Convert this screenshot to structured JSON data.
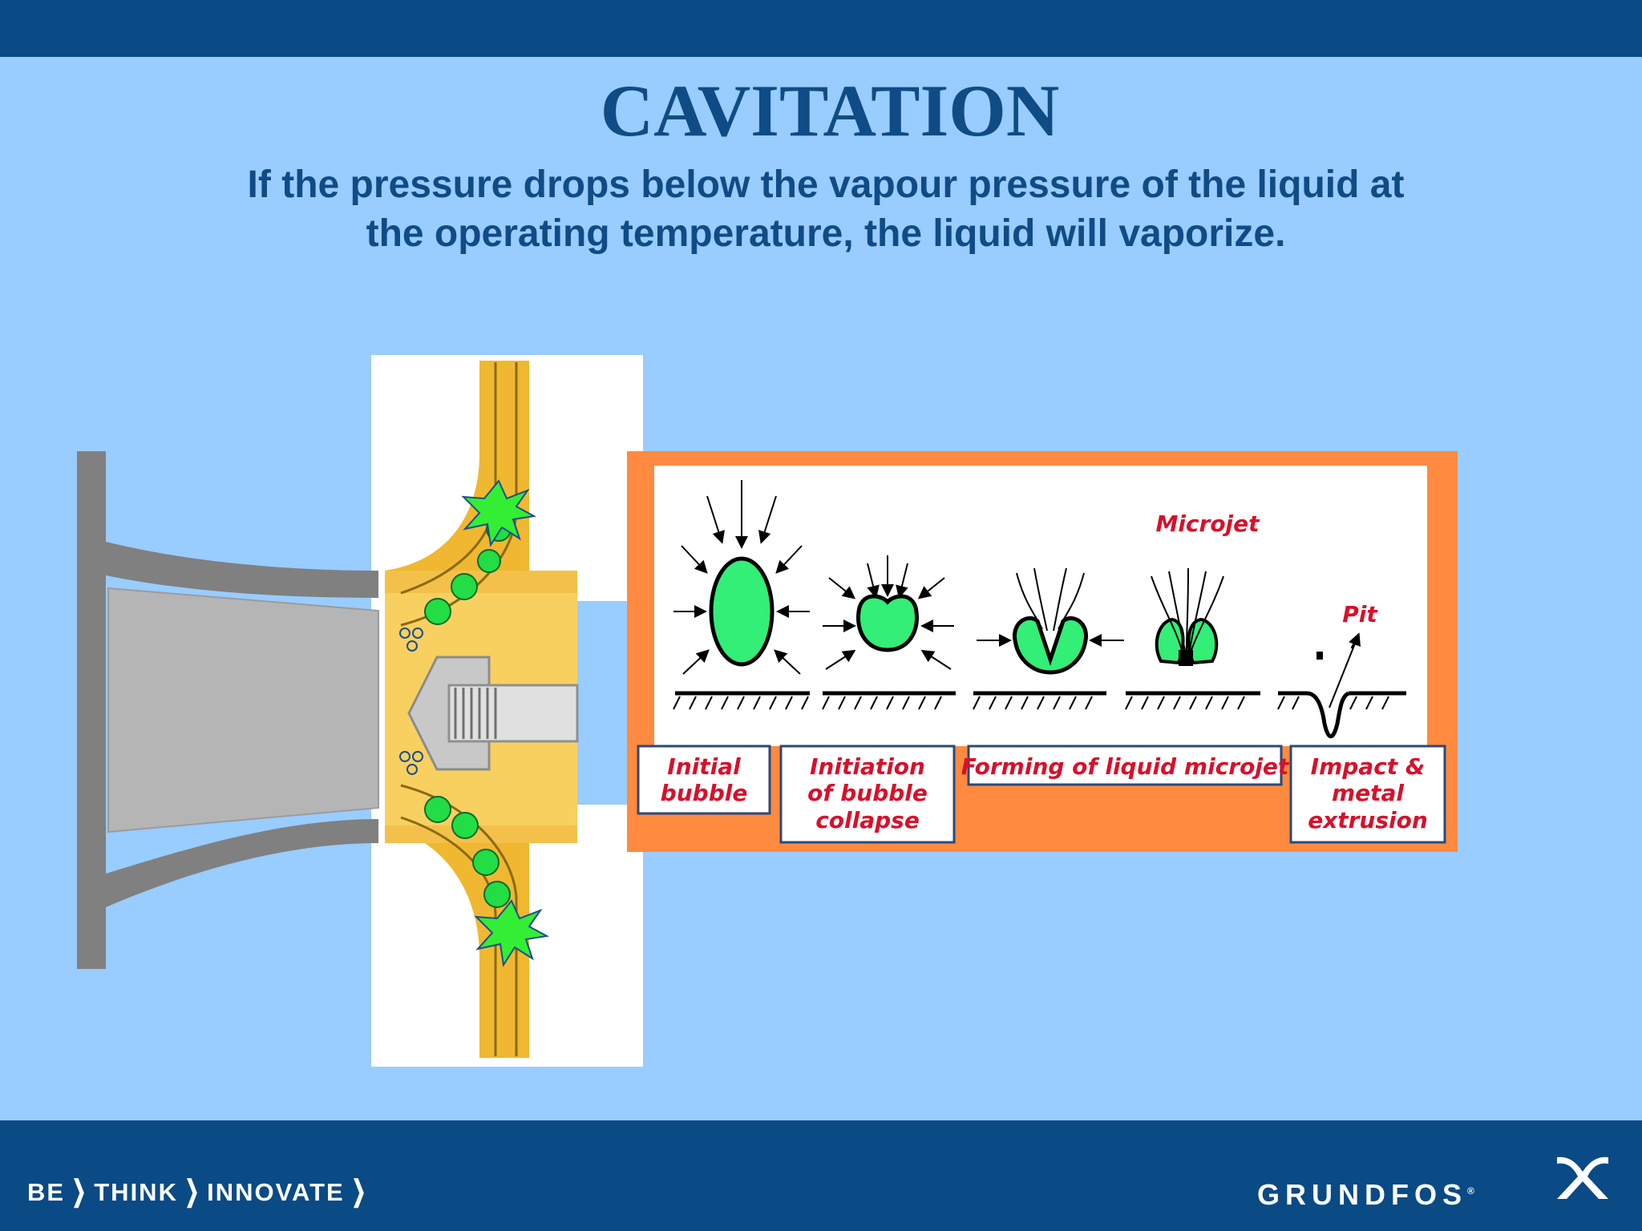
{
  "slide": {
    "title": "CAVITATION",
    "subtitle_line1": "If the pressure drops below the vapour pressure of the liquid at",
    "subtitle_line2": "the operating temperature, the liquid will vaporize."
  },
  "stages": {
    "labels": {
      "initial_line1": "Initial",
      "initial_line2": "bubble",
      "initiation_line1": "Initiation",
      "initiation_line2": "of bubble",
      "initiation_line3": "collapse",
      "forming": "Forming of liquid microjet",
      "impact_line1": "Impact &",
      "impact_line2": "metal",
      "impact_line3": "extrusion"
    },
    "annotations": {
      "microjet": "Microjet",
      "pit": "Pit"
    }
  },
  "footer": {
    "slogan_be": "BE",
    "slogan_think": "THINK",
    "slogan_innovate": "INNOVATE",
    "chevron": "❯",
    "brand": "GRUNDFOS",
    "registered": "®"
  },
  "colors": {
    "bar_blue": "#0a4a85",
    "background": "#99ccff",
    "title_blue": "#0f4c86",
    "bubble_green": "#33ee77",
    "impeller_gold": "#f0b830",
    "stage_frame_orange": "#ff8a40",
    "label_red": "#d8102a"
  }
}
